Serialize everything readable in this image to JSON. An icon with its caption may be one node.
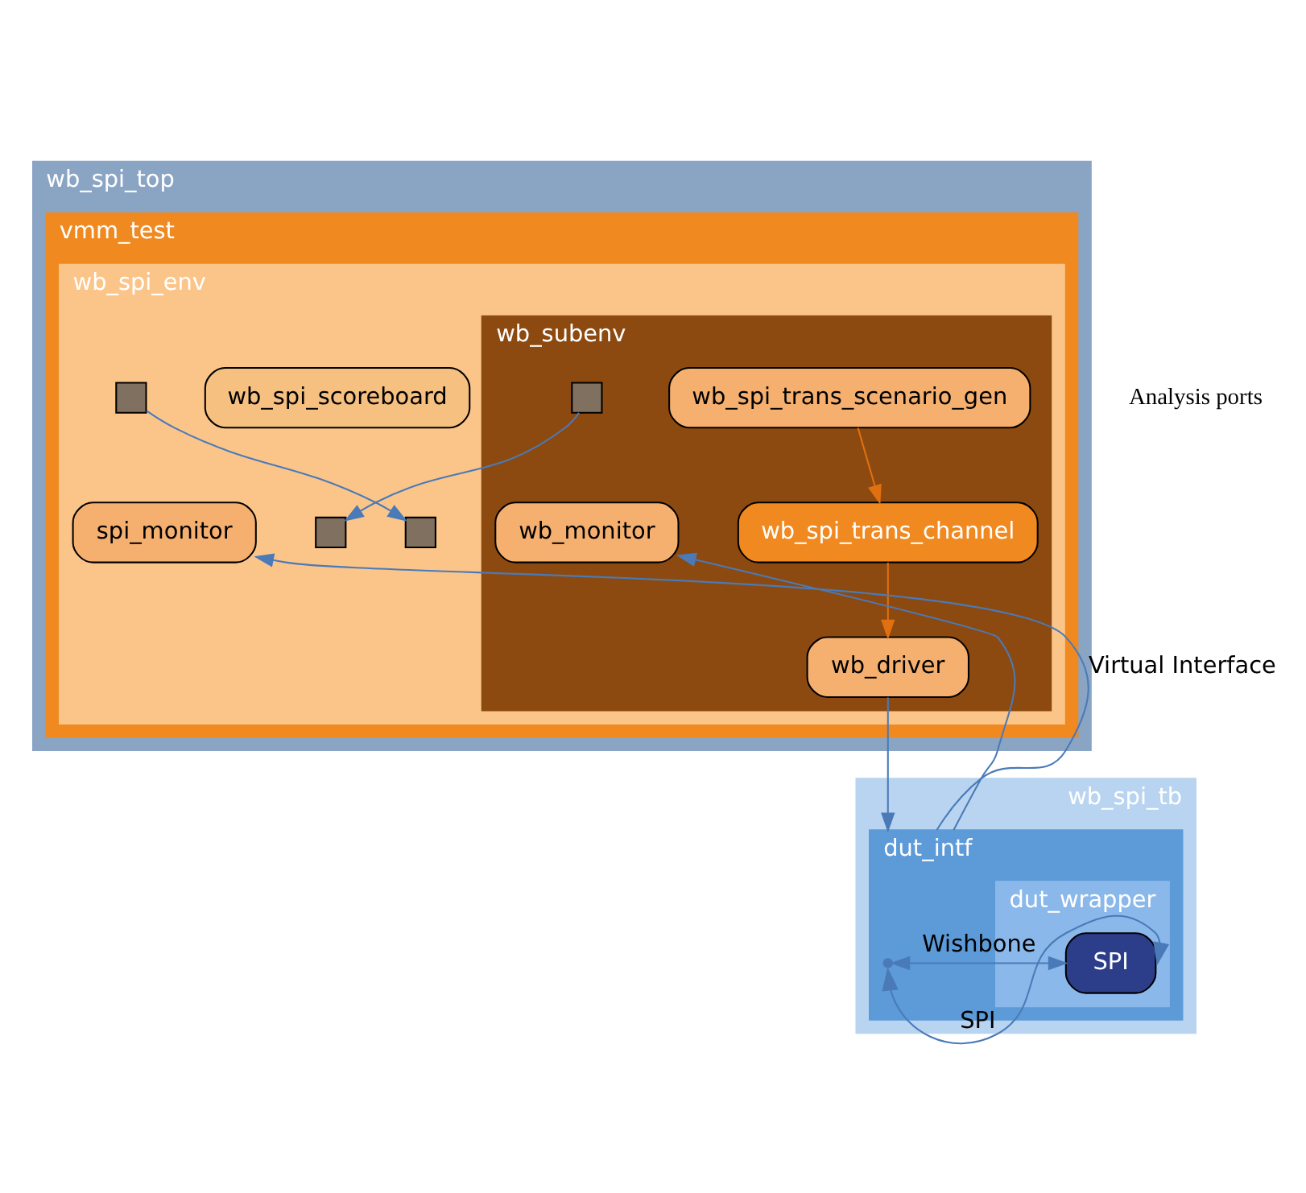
{
  "diagram": {
    "nodes": [
      {
        "text": [
          "wb_spi_top"
        ]
      },
      {
        "text": [
          "vmm_test"
        ],
        "in": 0
      },
      {
        "text": [
          "wb_spi_env"
        ],
        "in": 1
      },
      {
        "text": [
          "wb_subenv"
        ],
        "in": 2
      },
      {
        "text": [
          "wb_spi_trans_scenario_gen"
        ],
        "in": 3
      },
      {
        "text": [
          "wb_spi_trans_channel"
        ],
        "in": 3
      },
      {
        "text": [
          "wb_driver"
        ],
        "in": 3
      },
      {
        "text": [
          "wb_monitor"
        ],
        "in": 3
      },
      {
        "text": [],
        "shape": "box",
        "in": 3
      },
      {
        "text": [
          "wb_spi_scoreboard"
        ],
        "in": 2
      },
      {
        "text": [],
        "shape": "box",
        "in": 2
      },
      {
        "text": [],
        "shape": "box",
        "in": 2
      },
      {
        "text": [
          "spi_monitor"
        ],
        "in": 2
      },
      {
        "text": [],
        "shape": "box",
        "in": 2
      },
      {
        "text": [
          "wb_spi_tb"
        ]
      },
      {
        "text": [
          "dut_intf"
        ],
        "in": 14
      },
      {
        "text": [
          "dut_wrapper"
        ],
        "in": 15
      },
      {
        "text": [
          "SPI"
        ],
        "in": 16
      }
    ],
    "edges": [
      {
        "from": 4,
        "to": 5,
        "arrow": "to",
        "color": "#e07010"
      },
      {
        "from": 5,
        "to": 6,
        "arrow": "to",
        "color": "#e07010"
      },
      {
        "from": 8,
        "to": 10,
        "arrow": "to"
      },
      {
        "from": 13,
        "to": 11,
        "arrow": "to"
      },
      {
        "from": 6,
        "to": 15,
        "arrow": "to"
      },
      {
        "from": 15,
        "to": 7,
        "arrow": "to"
      },
      {
        "from": 15,
        "to": 12,
        "arrow": "to",
        "label": "Virtual Interface"
      },
      {
        "from": 15,
        "to": 17,
        "arrow": "both",
        "label": "Wishbone"
      },
      {
        "from": 17,
        "to": 15,
        "arrow": "both",
        "label": "SPI"
      }
    ],
    "labels": [
      "Analysis ports"
    ]
  }
}
